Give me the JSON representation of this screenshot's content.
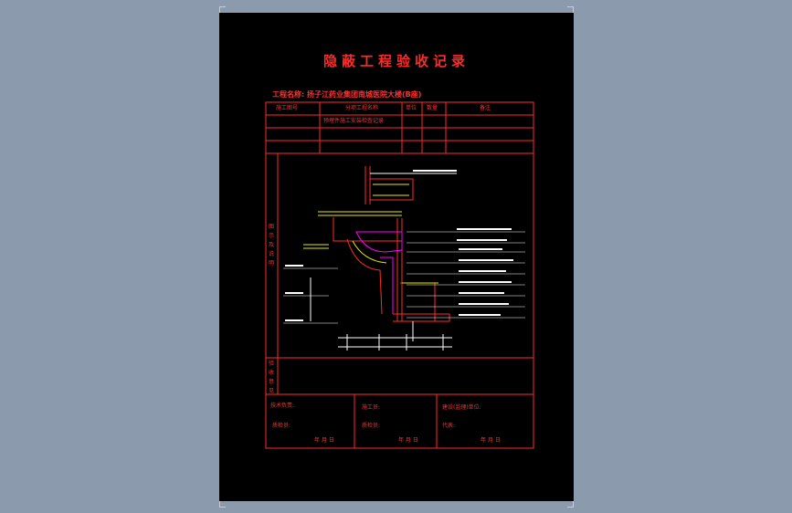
{
  "doc": {
    "title": "隐蔽工程验收记录",
    "project_line": "工程名称: 扬子江药业集团南城医院大楼(B座)",
    "header": {
      "col1": "施工图号",
      "col2": "分项工程名称",
      "col3": "单位",
      "col4": "数量",
      "col5": "备注"
    },
    "row1_item": "预埋件施工安装检查记录",
    "left_labels": {
      "section1": "图示及说明",
      "section2": "验收意见"
    },
    "sign": {
      "c1": "技术负责:",
      "c1b": "质检员:",
      "c2": "施工员:",
      "c2b": "质检员:",
      "c3": "建设(监理)单位:",
      "c3b": "代表:",
      "date": "年   月   日"
    }
  },
  "colors": {
    "sheet_bg": "#000000",
    "viewport_bg": "#8b9aad",
    "frame_red": "#ff2a2a",
    "drawing_yellow": "#e8e800",
    "drawing_magenta": "#ff00ff",
    "drawing_white": "#ffffff"
  }
}
